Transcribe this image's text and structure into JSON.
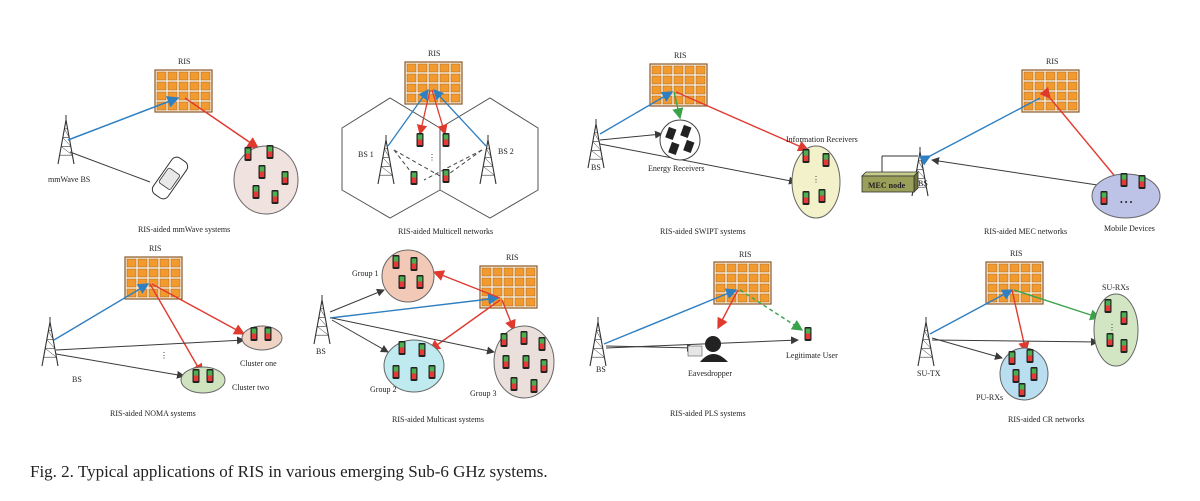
{
  "colors": {
    "ris_tile": "#f29a2e",
    "ris_frame": "#8a5a2b",
    "blue_link": "#2f7fc1",
    "red_link": "#e03a2f",
    "green_link": "#3aa34a",
    "dark_link": "#3a3a3a",
    "user_group_fill": "#f0e2de",
    "energy_group_fill": "#f2f1c9",
    "mec_group_fill": "#bcc3e6",
    "cluster_one_fill": "#efd4c6",
    "cluster_two_fill": "#cfe3bf",
    "group1_fill": "#f2c8b6",
    "group2_fill": "#bfeaf0",
    "group3_fill": "#eadfda",
    "pu_fill": "#b9def0",
    "su_fill": "#d3e6c4",
    "mec_node_fill": "#9aa05a"
  },
  "panels": {
    "mmwave": {
      "ris": "RIS",
      "bs": "mmWave BS",
      "caption": "RIS-aided mmWave systems"
    },
    "multicell": {
      "ris": "RIS",
      "bs1": "BS 1",
      "bs2": "BS 2",
      "caption": "RIS-aided Multicell networks"
    },
    "swipt": {
      "ris": "RIS",
      "bs": "BS",
      "info": "Information Receivers",
      "energy": "Energy Receivers",
      "caption": "RIS-aided SWIPT systems"
    },
    "mec": {
      "ris": "RIS",
      "bs": "BS",
      "node": "MEC node",
      "devices": "Mobile Devices",
      "caption": "RIS-aided MEC networks"
    },
    "noma": {
      "ris": "RIS",
      "bs": "BS",
      "cluster1": "Cluster one",
      "cluster2": "Cluster two",
      "caption": "RIS-aided NOMA systems"
    },
    "multicast": {
      "ris": "RIS",
      "bs": "BS",
      "g1": "Group 1",
      "g2": "Group 2",
      "g3": "Group 3",
      "caption": "RIS-aided Multicast systems"
    },
    "pls": {
      "ris": "RIS",
      "bs": "BS",
      "eve": "Eavesdropper",
      "legit": "Legitimate User",
      "caption": "RIS-aided PLS systems"
    },
    "cr": {
      "ris": "RIS",
      "sutx": "SU-TX",
      "surx": "SU-RXs",
      "purx": "PU-RXs",
      "caption": "RIS-aided CR networks"
    }
  },
  "caption": "Fig. 2.  Typical applications of RIS in various emerging Sub-6 GHz systems."
}
